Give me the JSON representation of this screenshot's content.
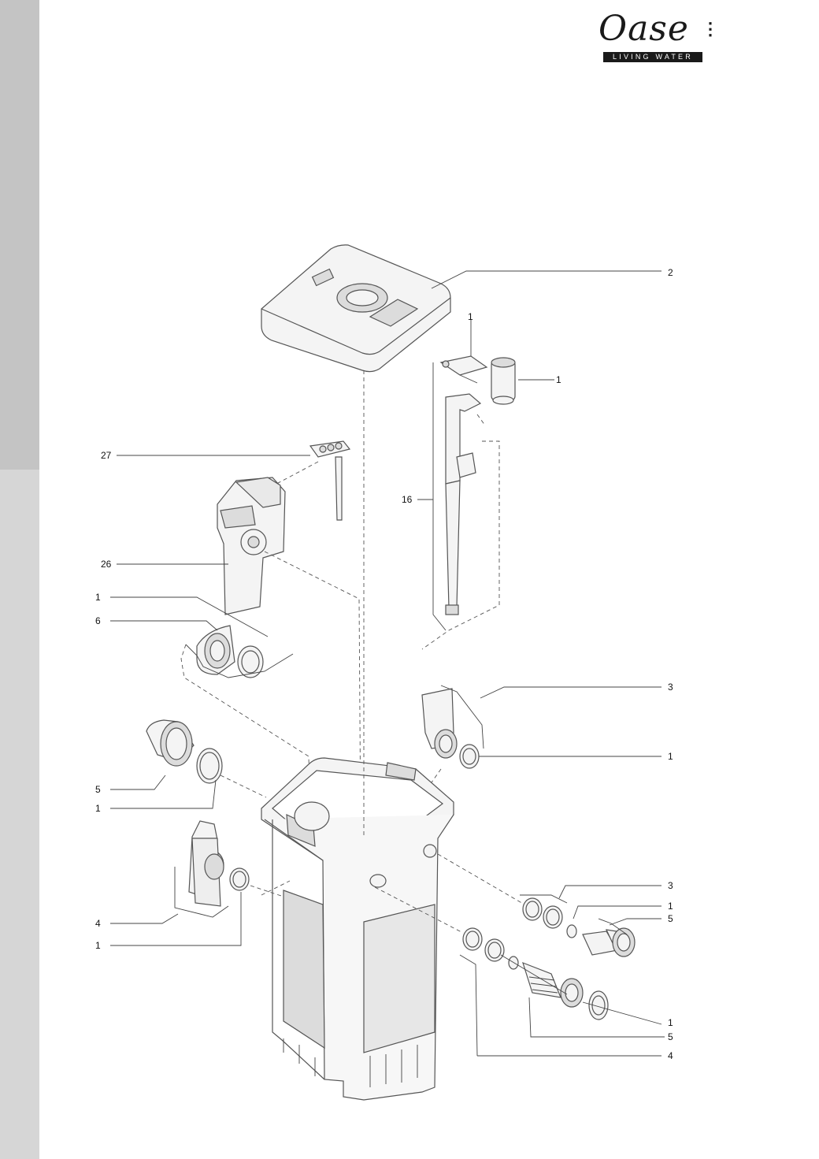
{
  "brand": {
    "logo_text": "Oase",
    "tagline": "LIVING WATER"
  },
  "diagram": {
    "callouts": {
      "c_lid": "2",
      "c_sensor_cap": "1",
      "c_sensor_top": "1",
      "c_tube": "16",
      "c_switch": "27",
      "c_module": "26",
      "c_ring_6": "1",
      "c_flange_6": "6",
      "c_outlet_3": "3",
      "c_ring_outlet": "1",
      "c_flange_5": "5",
      "c_ring_5": "1",
      "c_valve_4": "4",
      "c_ring_4": "1",
      "c_adapter_3": "3",
      "c_ring_r1": "1",
      "c_hose_5": "5",
      "c_ring_r2": "1",
      "c_hose_5b": "5",
      "c_adapter_4": "4"
    }
  },
  "colors": {
    "sidebar_top": "#c4c4c4",
    "sidebar_bottom": "#d6d6d6",
    "line_art": "#555555"
  }
}
